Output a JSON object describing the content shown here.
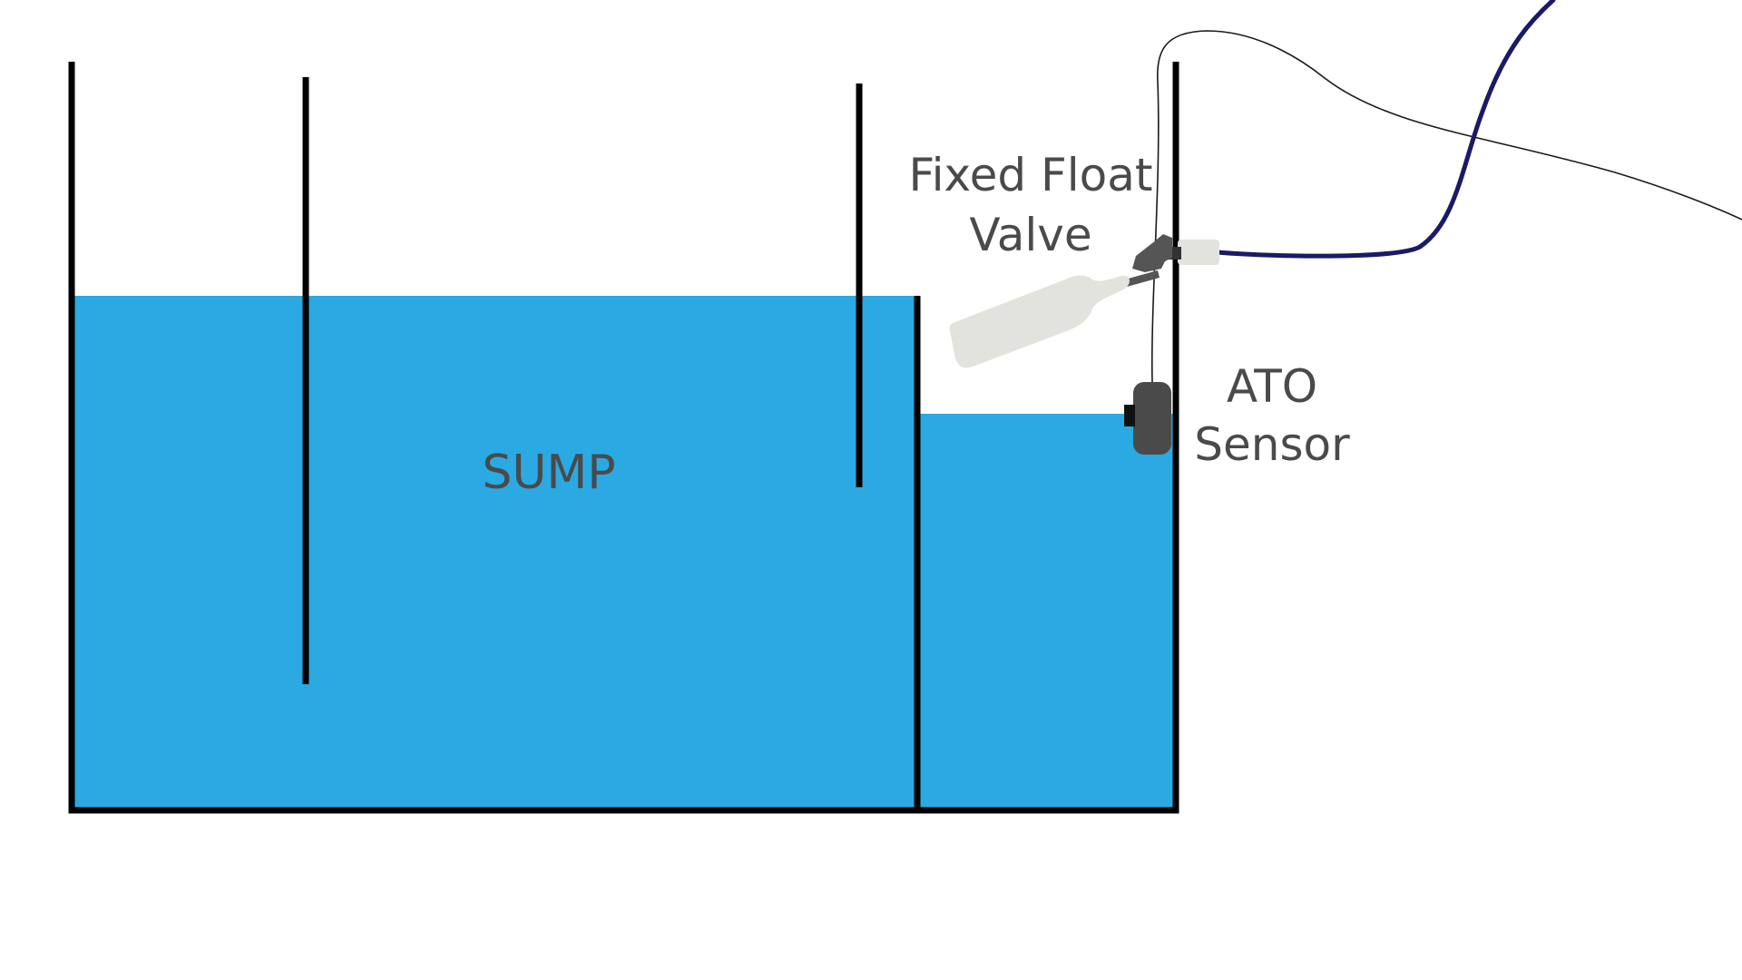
{
  "labels": {
    "sump": "SUMP",
    "fixed_float_valve_line1": "Fixed Float",
    "fixed_float_valve_line2": "Valve",
    "ato_sensor_line1": "ATO",
    "ato_sensor_line2": "Sensor"
  },
  "colors": {
    "water": "#2ba9e2",
    "tank_wall": "#000000",
    "label_text": "#4a4a4a",
    "float_body": "#e2e2de",
    "valve_fitting": "#555555",
    "sensor_body": "#4a4a4a",
    "tubing": "#1a1a66",
    "sensor_wire": "#1a1a1a"
  }
}
